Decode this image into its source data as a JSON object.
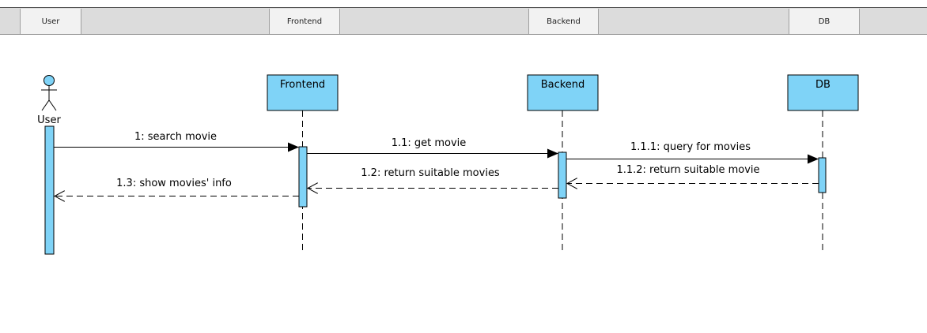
{
  "colors": {
    "lifeline_fill": "#7fd3f7",
    "stroke": "#000000",
    "header_bar": "#dcdcdc",
    "header_cell": "#f2f2f2"
  },
  "header": {
    "columns": [
      "User",
      "Frontend",
      "Backend",
      "DB"
    ]
  },
  "participants": {
    "user": {
      "label": "User",
      "kind": "actor"
    },
    "frontend": {
      "label": "Frontend",
      "kind": "lifeline"
    },
    "backend": {
      "label": "Backend",
      "kind": "lifeline"
    },
    "db": {
      "label": "DB",
      "kind": "lifeline"
    }
  },
  "messages": [
    {
      "label": "1: search movie",
      "from": "User",
      "to": "Frontend",
      "type": "synchronous"
    },
    {
      "label": "1.1: get movie",
      "from": "Frontend",
      "to": "Backend",
      "type": "synchronous"
    },
    {
      "label": "1.1.1: query for movies",
      "from": "Backend",
      "to": "DB",
      "type": "synchronous"
    },
    {
      "label": "1.1.2: return suitable movie",
      "from": "DB",
      "to": "Backend",
      "type": "return"
    },
    {
      "label": "1.2: return suitable movies",
      "from": "Backend",
      "to": "Frontend",
      "type": "return"
    },
    {
      "label": "1.3: show movies' info",
      "from": "Frontend",
      "to": "User",
      "type": "return"
    }
  ]
}
